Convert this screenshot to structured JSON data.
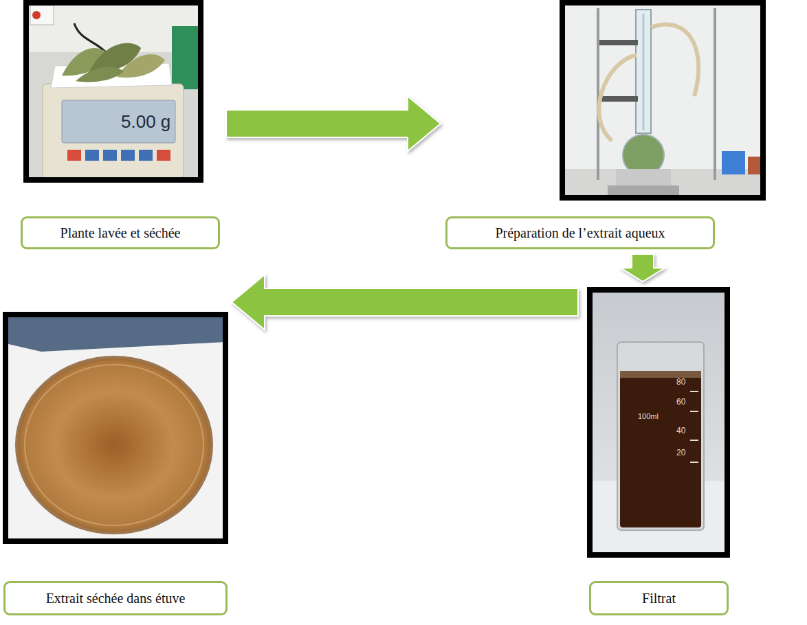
{
  "diagram": {
    "nodes": [
      {
        "text": [
          "Plante lavée et séchée"
        ]
      },
      {
        "text": [
          "Préparation de l’extrait aqueux"
        ]
      },
      {
        "text": [
          "Filtrat"
        ]
      },
      {
        "text": [
          "Extrait séchée dans étuve"
        ]
      }
    ],
    "edges": [
      {
        "from": 0,
        "to": 1,
        "arrow": "to"
      },
      {
        "from": 1,
        "to": 2,
        "arrow": "to"
      },
      {
        "from": 2,
        "to": 3,
        "arrow": "to"
      }
    ],
    "labels": [
      "5.00 g",
      "100ml",
      "80",
      "60",
      "40",
      "20"
    ]
  }
}
